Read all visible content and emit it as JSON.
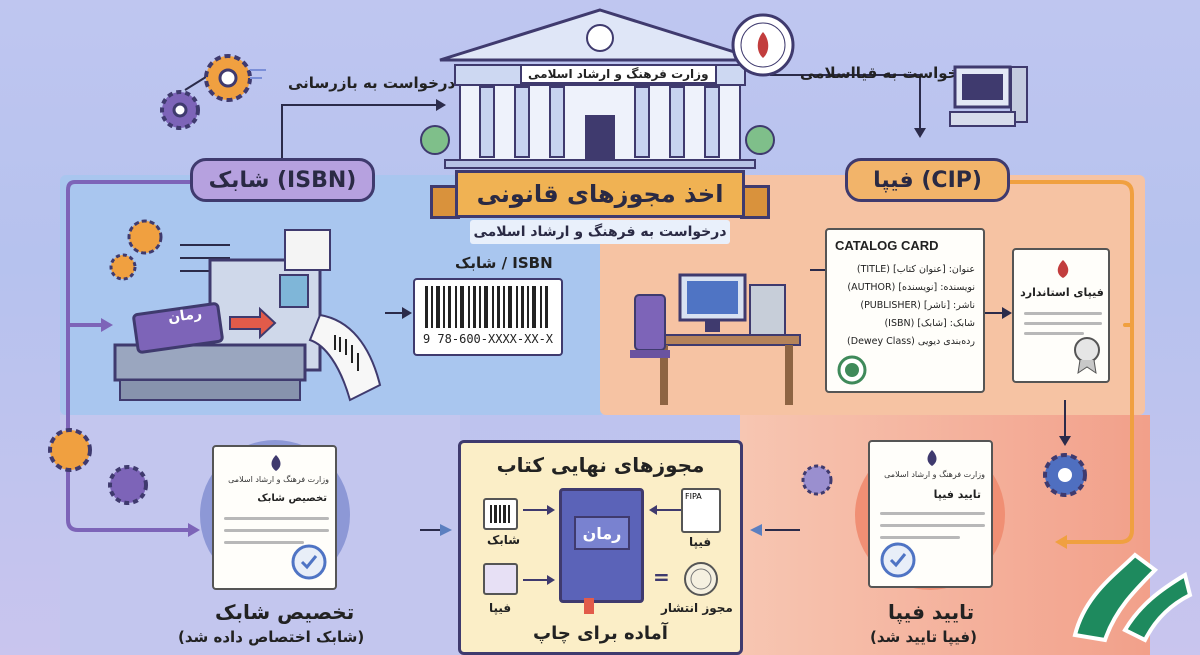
{
  "ministry": {
    "building_label": "وزارت فرهنگ و ارشاد اسلامی"
  },
  "flow": {
    "left_request": "درخواست به بازرسانی",
    "right_request": "درخواست به قیااسلامی"
  },
  "isbn": {
    "title": "شابک (ISBN)",
    "barcode_label": "شابک / ISBN",
    "barcode_number": "9 78-600-XXXX-XX-X",
    "book_label": "رمان"
  },
  "center": {
    "banner": "اخذ مجوزهای قانونی",
    "subtitle": "درخواست به فرهنگ و ارشاد اسلامی"
  },
  "cip": {
    "title": "فیپا (CIP)",
    "catalog_card": {
      "heading": "CATALOG CARD",
      "lines": [
        "عنوان: [عنوان کتاب] (TITLE)",
        "نویسنده: [نویسنده] (AUTHOR)",
        "ناشر: [ناشر] (PUBLISHER)",
        "شابک: [شابک] (ISBN)",
        "رده‌بندی دیویی (Dewey Class)"
      ]
    },
    "standard_doc": "فیپای استاندارد"
  },
  "final": {
    "title": "مجوزهای نهایی کتاب",
    "book_title": "رمان",
    "items": {
      "isbn": "شابک",
      "fipa_tag": "FIPA",
      "fipa_right": "فیپا",
      "fipa_left": "فیپا",
      "publish": "مجوز انتشار"
    },
    "ready": "آماده برای چاپ"
  },
  "bottom_left": {
    "doc_header": "وزارت فرهنگ و ارشاد اسلامی",
    "doc_title": "تخصیص شابک",
    "caption": "تخصیص شابک",
    "sub": "(شابک اختصاص داده شد)"
  },
  "bottom_right": {
    "doc_header": "وزارت فرهنگ و ارشاد اسلامی",
    "doc_title": "تایید فیپا",
    "caption": "تایید فیپا",
    "sub": "(فیپا تایید شد)"
  },
  "colors": {
    "navy": "#3f3a6e",
    "purple": "#7d64b8",
    "orange": "#f0b253",
    "blue_panel": "#a9c6ef",
    "peach_panel": "#f6c3a3"
  },
  "icons": [
    "gear-icon",
    "bank-building-icon",
    "emblem-icon",
    "computer-icon",
    "printer-machine-icon",
    "barcode-icon",
    "desk-icon",
    "seal-icon",
    "book-icon"
  ]
}
